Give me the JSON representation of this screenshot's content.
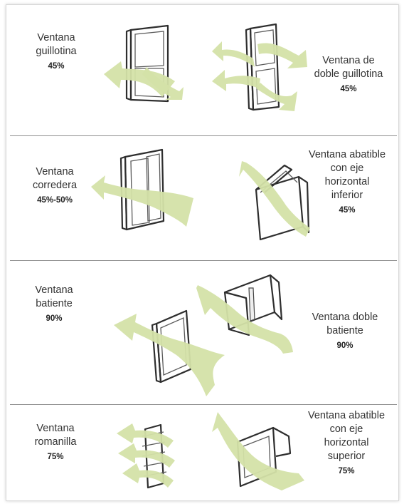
{
  "colors": {
    "airflow": "#d4e2a8",
    "frame": "#2e2e2e",
    "divider": "#8e8e8e"
  },
  "windows": [
    {
      "id": "guillotina",
      "name": "Ventana\nguillotina",
      "percent": "45%"
    },
    {
      "id": "doble-guillotina",
      "name": "Ventana de\ndoble guillotina",
      "percent": "45%"
    },
    {
      "id": "corredera",
      "name": "Ventana\ncorredera",
      "percent": "45%-50%"
    },
    {
      "id": "abatible-inferior",
      "name": "Ventana abatible\ncon eje\nhorizontal\ninferior",
      "percent": "45%"
    },
    {
      "id": "batiente",
      "name": "Ventana\nbatiente",
      "percent": "90%"
    },
    {
      "id": "doble-batiente",
      "name": "Ventana doble\nbatiente",
      "percent": "90%"
    },
    {
      "id": "romanilla",
      "name": "Ventana\nromanilla",
      "percent": "75%"
    },
    {
      "id": "abatible-superior",
      "name": "Ventana abatible\ncon eje\nhorizontal\nsuperior",
      "percent": "75%"
    }
  ]
}
